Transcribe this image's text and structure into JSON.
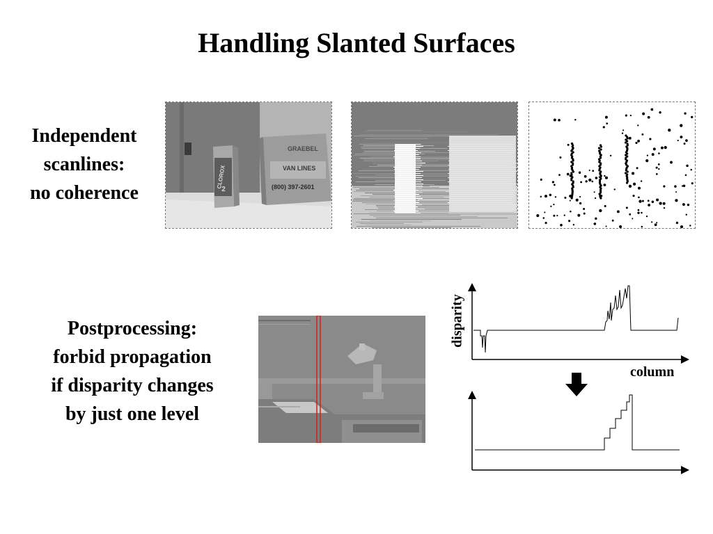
{
  "slide": {
    "title": "Handling Slanted Surfaces",
    "caption_top": [
      "Independent",
      "scanlines:",
      "no coherence"
    ],
    "caption_bottom": [
      "Postprocessing:",
      "forbid propagation",
      "if disparity changes",
      "by just one level"
    ],
    "axis_y_label": "disparity",
    "axis_x_label": "column"
  },
  "images": {
    "photo_text": {
      "box_brand": "CLOROX",
      "box_number": "2",
      "carton_line1": "GRAEBEL",
      "carton_line2": "VAN LINES",
      "carton_phone": "(800) 397-2601"
    }
  },
  "colors": {
    "highlight": "#d42020",
    "gray_bg": "#8a8a8a"
  }
}
